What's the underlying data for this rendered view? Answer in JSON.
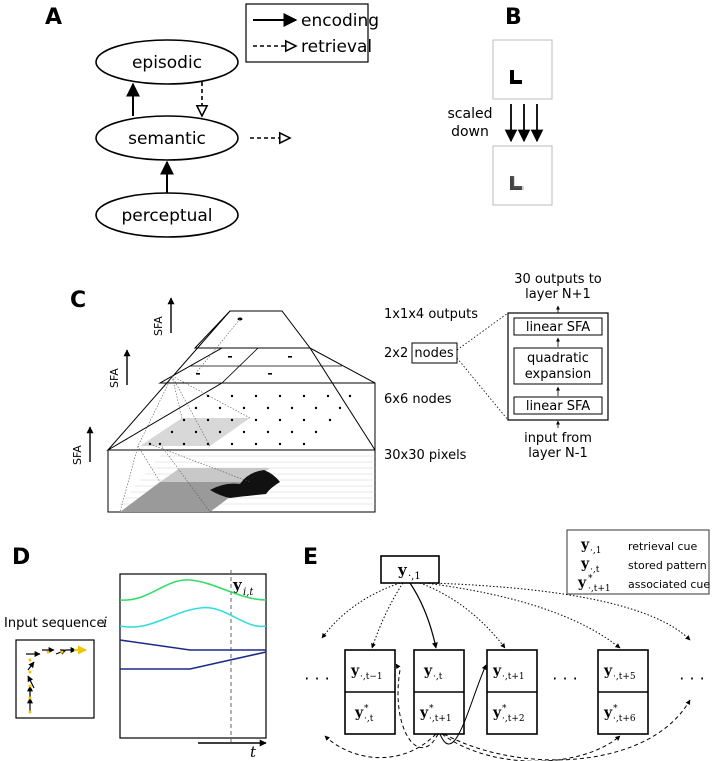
{
  "panel_a": {
    "letter": "A",
    "legend": {
      "encoding": "encoding",
      "retrieval": "retrieval"
    },
    "nodes": {
      "episodic": "episodic",
      "semantic": "semantic",
      "perceptual": "perceptual"
    }
  },
  "panel_b": {
    "letter": "B",
    "caption_line1": "scaled",
    "caption_line2": "down"
  },
  "panel_c": {
    "letter": "C",
    "sfa_label": "SFA",
    "layer_labels": {
      "outputs": "1x1x4 outputs",
      "two_by_two": "2x2",
      "nodes": "nodes",
      "six_by_six": "6x6  nodes",
      "pixels": "30x30 pixels"
    },
    "node_box": {
      "top_line1": "30 outputs to",
      "top_line2": "layer N+1",
      "linear_sfa_top": "linear SFA",
      "quad_line1": "quadratic",
      "quad_line2": "expansion",
      "linear_sfa_bottom": "linear SFA",
      "bottom_line1": "input from",
      "bottom_line2": "layer N-1"
    }
  },
  "panel_d": {
    "letter": "D",
    "input_label": "Input sequence",
    "input_var": "i",
    "y_label": "y",
    "y_sub": "i,t",
    "x_label": "t",
    "colors": {
      "green": "#33dd66",
      "cyan": "#33dddd",
      "navy1": "#1a2a8a",
      "navy2": "#1a2a8a",
      "arrow": "#f2c400"
    }
  },
  "panel_e": {
    "letter": "E",
    "top_node": {
      "main": "y",
      "sub": "·,1"
    },
    "legend": [
      {
        "sym": "y",
        "sub": "·,1",
        "sup": "",
        "desc": "retrieval cue"
      },
      {
        "sym": "y",
        "sub": "·,t",
        "sup": "",
        "desc": "stored pattern"
      },
      {
        "sym": "y",
        "sub": "·,t+1",
        "sup": "*",
        "desc": "associated cue"
      }
    ],
    "ellipsis": "· · ·",
    "columns": [
      {
        "top_sub": "·,t−1",
        "bottom_sub": "·,t"
      },
      {
        "top_sub": "·,t",
        "bottom_sub": "·,t+1"
      },
      {
        "top_sub": "·,t+1",
        "bottom_sub": "·,t+2"
      },
      {
        "top_sub": "·,t+5",
        "bottom_sub": "·,t+6"
      }
    ]
  }
}
